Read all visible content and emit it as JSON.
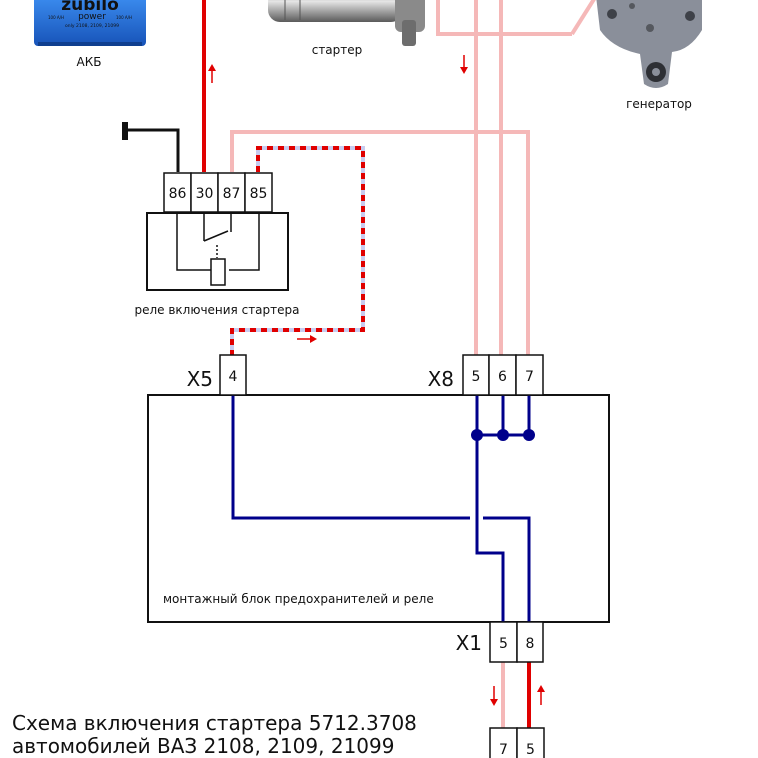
{
  "battery": {
    "brand": "zubilo",
    "sub": "power",
    "small_left": "100 A/H",
    "small_right": "100 A/H",
    "small_line": "only 2108, 2109, 21099",
    "label": "АКБ"
  },
  "starter": {
    "label": "стартер"
  },
  "generator": {
    "label": "генератор"
  },
  "relay": {
    "label": "реле включения стартера",
    "pins": [
      "86",
      "30",
      "87",
      "85"
    ]
  },
  "block": {
    "label": "монтажный блок предохранителей и реле",
    "x5": {
      "name": "X5",
      "pins": [
        "4"
      ]
    },
    "x8": {
      "name": "X8",
      "pins": [
        "5",
        "6",
        "7"
      ]
    },
    "x1": {
      "name": "X1",
      "pins": [
        "5",
        "8"
      ]
    }
  },
  "bottom_connector": {
    "pins": [
      "7",
      "5"
    ]
  },
  "title": {
    "line1": "Схема включения стартера 5712.3708",
    "line2": "автомобилей ВАЗ 2108, 2109, 21099"
  },
  "colors": {
    "power_wire": "#e00000",
    "pink_wire": "#f5b8b8",
    "signal_wire_red": "#e00000",
    "signal_wire_light": "#c8ccf0",
    "internal_wire": "#00008b",
    "battery_blue": "#1f6fe0"
  }
}
